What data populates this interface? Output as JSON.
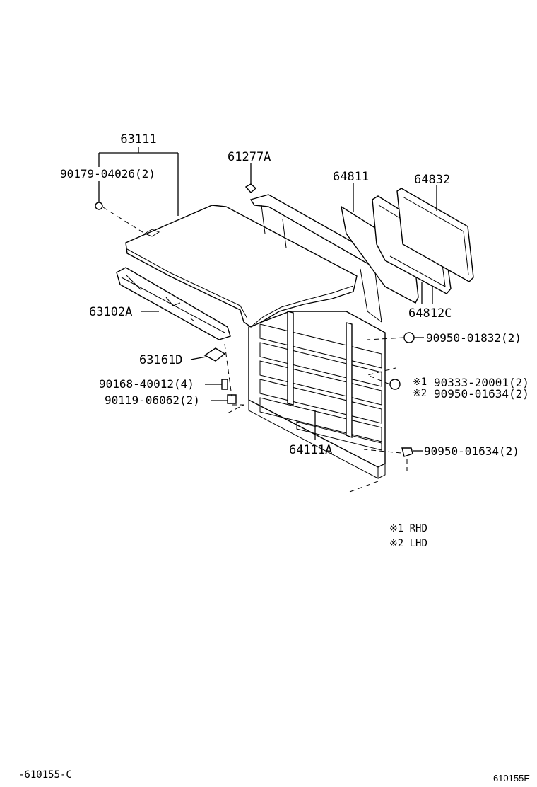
{
  "labels": {
    "p63111": "63111",
    "p90179": "90179-04026(2)",
    "p61277A": "61277A",
    "p64811": "64811",
    "p64832": "64832",
    "p63102A": "63102A",
    "p64812C": "64812C",
    "p90950_01832": "90950-01832(2)",
    "p63161D": "63161D",
    "p90333": "90333-20001(2)",
    "p90950_01634a": "90950-01634(2)",
    "p90168": "90168-40012(4)",
    "p90119": "90119-06062(2)",
    "p64111A": "64111A",
    "p90950_01634b": "90950-01634(2)"
  },
  "markers": {
    "m1": "※1",
    "m2": "※2"
  },
  "notes": {
    "rhd": "※1 RHD",
    "lhd": "※2 LHD"
  },
  "footer": {
    "left": "-610155-C",
    "right": "610155E"
  }
}
